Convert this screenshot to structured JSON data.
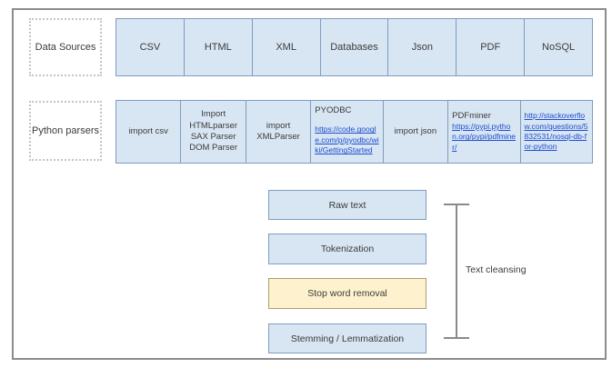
{
  "data_sources": {
    "label": "Data Sources",
    "items": [
      "CSV",
      "HTML",
      "XML",
      "Databases",
      "Json",
      "PDF",
      "NoSQL"
    ]
  },
  "python_parsers": {
    "label": "Python parsers",
    "cells": [
      {
        "text": "import csv"
      },
      {
        "text": "Import\nHTMLparser\nSAX Parser\nDOM Parser"
      },
      {
        "text": "import\nXMLParser"
      },
      {
        "title": "PYODBC",
        "link": "https://code.google.com/p/pyodbc/wiki/GettingStarted"
      },
      {
        "text": "import json"
      },
      {
        "title": "PDFminer",
        "link": "https://pypi.python.org/pypi/pdfminer/"
      },
      {
        "link": "http://stackoverflow.com/questions/5832531/nosql-db-for-python"
      }
    ]
  },
  "pipeline": {
    "steps": [
      {
        "label": "Raw text",
        "highlight": false
      },
      {
        "label": "Tokenization",
        "highlight": false
      },
      {
        "label": "Stop word removal",
        "highlight": true
      },
      {
        "label": "Stemming / Lemmatization",
        "highlight": false
      }
    ],
    "bracket_label": "Text cleansing"
  },
  "colors": {
    "box_fill": "#d8e5f2",
    "box_border": "#7e9dc1",
    "highlight_fill": "#fdf2cd",
    "highlight_border": "#a89f72",
    "link_blue": "#1d4ed0",
    "frame_border": "#8c8c8c"
  }
}
